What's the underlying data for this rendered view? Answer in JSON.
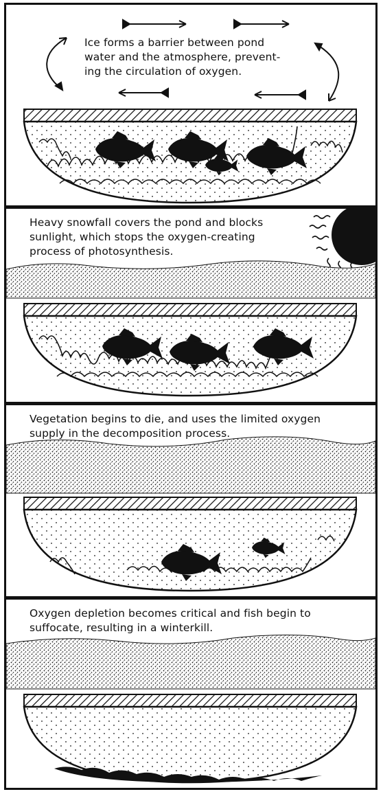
{
  "panels": [
    {
      "caption": "Ice forms a barrier between pond water and the atmosphere, preventing the circulation of oxygen.",
      "caption_lines": [
        "Ice forms a barrier between pond",
        "water and the atmosphere, prevent-",
        "ing the circulation of oxygen."
      ],
      "fish_count": 4,
      "vegetation_level": 1.0,
      "snow": false,
      "sun": false
    },
    {
      "caption": "Heavy snowfall covers the pond and blocks sunlight, which stops the oxygen-creating process of photosynthesis.",
      "caption_lines": [
        "Heavy snowfall covers the pond and blocks",
        "sunlight, which stops the oxygen-creating",
        "process of photosynthesis."
      ],
      "fish_count": 3,
      "vegetation_level": 1.0,
      "snow": true,
      "sun": true
    },
    {
      "caption": "Vegetation begins to die, and uses the limited oxygen supply in the decomposition process.",
      "caption_lines": [
        "Vegetation begins to die, and uses the limited oxygen",
        "supply in the decomposition process."
      ],
      "fish_count": 2,
      "vegetation_level": 0.5,
      "snow": true,
      "sun": false
    },
    {
      "caption": "Oxygen depletion becomes critical and fish begin to suffocate, resulting in a winterkill.",
      "caption_lines": [
        "Oxygen depletion becomes critical and fish begin to",
        "suffocate, resulting in a winterkill."
      ],
      "fish_count": 0,
      "vegetation_level": 0.0,
      "snow": true,
      "sun": false
    }
  ],
  "colors": {
    "ink": "#111111",
    "paper": "#ffffff"
  }
}
